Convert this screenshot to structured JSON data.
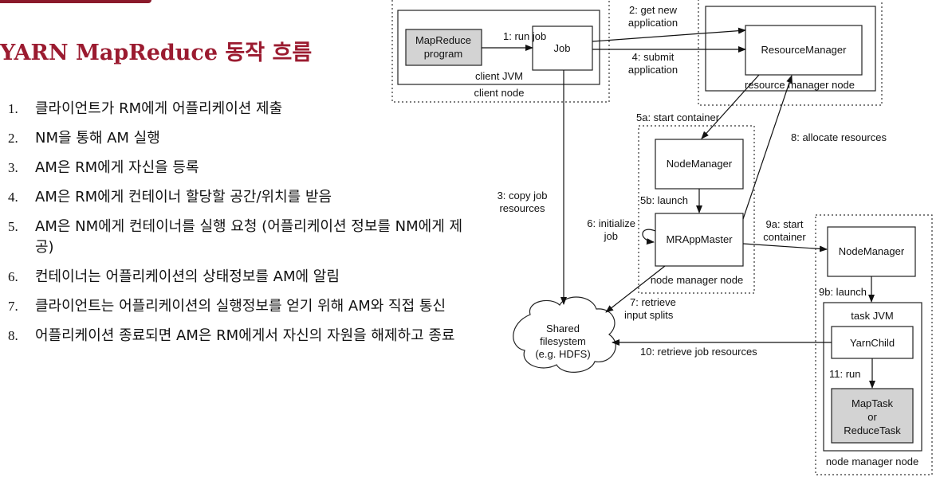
{
  "slide": {
    "title": "YARN MapReduce 동작 흐름",
    "steps": [
      {
        "num": "1.",
        "text": "클라이언트가 RM에게 어플리케이션 제출"
      },
      {
        "num": "2.",
        "text": "NM을 통해 AM 실행"
      },
      {
        "num": "3.",
        "text": "AM은 RM에게 자신을 등록"
      },
      {
        "num": "4.",
        "text": "AM은 RM에게 컨테이너 할당할 공간/위치를 받음"
      },
      {
        "num": "5.",
        "text": "AM은 NM에게 컨테이너를 실행 요청 (어플리케이션 정보를 NM에게 제공)"
      },
      {
        "num": "6.",
        "text": "컨테이너는 어플리케이션의 상태정보를 AM에 알림"
      },
      {
        "num": "7.",
        "text": "클라이언트는 어플리케이션의 실행정보를 얻기 위해 AM와 직접 통신"
      },
      {
        "num": "8.",
        "text": "어플리케이션 종료되면 AM은 RM에게서 자신의 자원을 해제하고 종료"
      }
    ]
  },
  "diagram": {
    "nodes": {
      "mapreduce_program": [
        "MapReduce",
        "program"
      ],
      "job": "Job",
      "client_jvm": "client JVM",
      "client_node": "client node",
      "resource_manager": "ResourceManager",
      "resource_manager_node": "resource manager node",
      "node_manager_1": "NodeManager",
      "mr_app_master": "MRAppMaster",
      "node_manager_node_1": "node manager node",
      "node_manager_2": "NodeManager",
      "task_jvm": "task JVM",
      "yarn_child": "YarnChild",
      "task": [
        "MapTask",
        "or",
        "ReduceTask"
      ],
      "node_manager_node_2": "node manager node",
      "shared_fs": [
        "Shared",
        "filesystem",
        "(e.g. HDFS)"
      ]
    },
    "edges": {
      "run_job": "1: run job",
      "get_new_app": [
        "2: get new",
        "application"
      ],
      "submit_app": [
        "4: submit",
        "application"
      ],
      "copy_job_resources": [
        "3: copy job",
        "resources"
      ],
      "start_container_5a": "5a: start container",
      "launch_5b": "5b: launch",
      "initialize_job": [
        "6: initialize",
        "job"
      ],
      "retrieve_input_splits": [
        "7: retrieve",
        "input splits"
      ],
      "allocate_resources": "8: allocate resources",
      "start_container_9a": [
        "9a: start",
        "container"
      ],
      "launch_9b": "9b: launch",
      "retrieve_job_resources": "10: retrieve job resources",
      "run_11": "11: run"
    },
    "colors": {
      "title": "#9b1b30",
      "shaded_box": "#d3d3d3"
    }
  }
}
